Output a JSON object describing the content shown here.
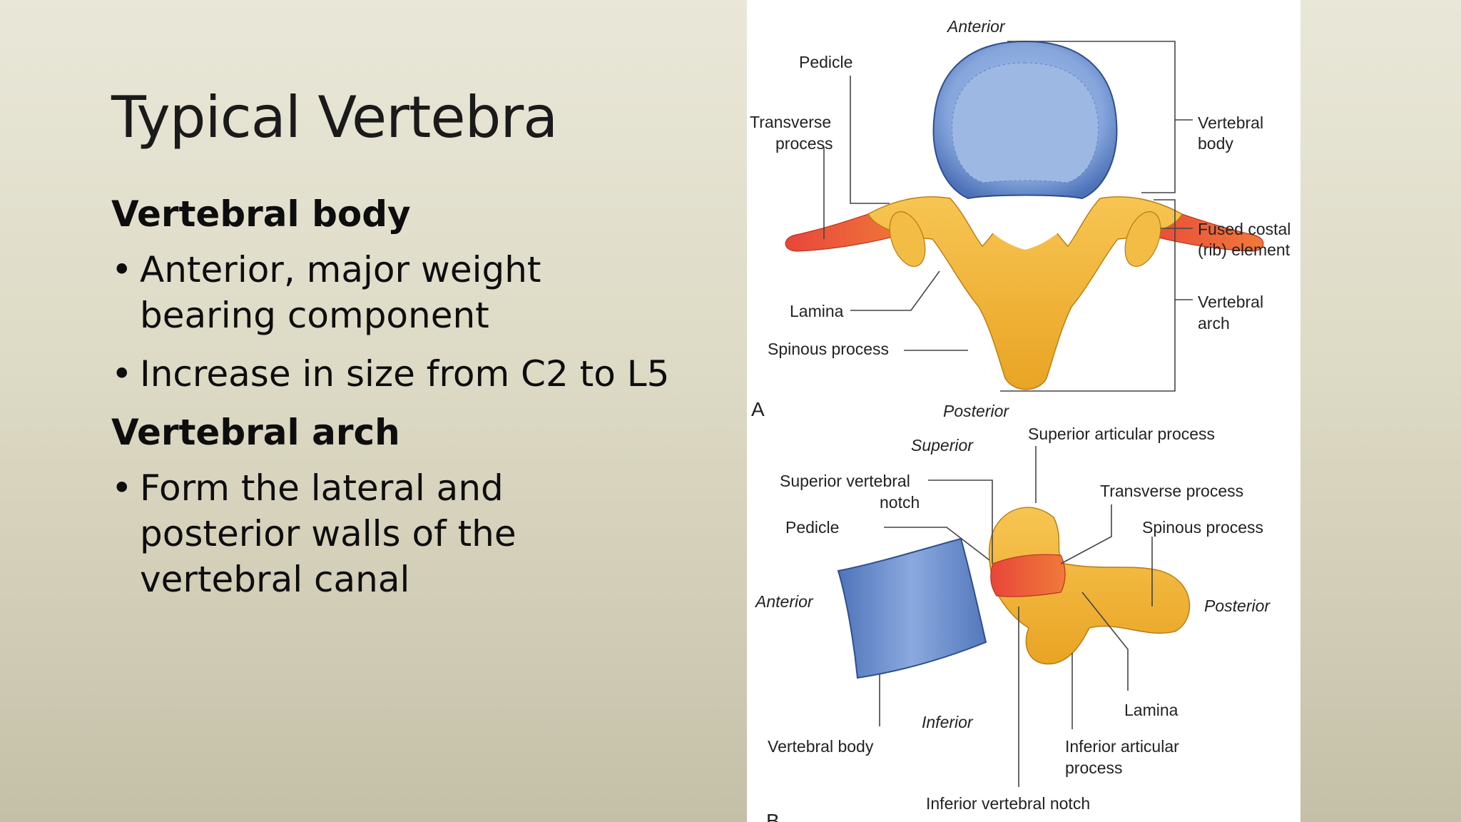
{
  "slide": {
    "title": "Typical Vertebra",
    "sections": [
      {
        "heading": "Vertebral body",
        "bullets": [
          [
            "Anterior, major weight",
            "bearing component"
          ],
          [
            "Increase in size from C2 to L5"
          ]
        ]
      },
      {
        "heading": "Vertebral arch",
        "bullets": [
          [
            "Form the lateral and",
            "posterior walls of the",
            "vertebral canal"
          ]
        ]
      }
    ],
    "bullet_glyph": "•"
  },
  "figure": {
    "a": {
      "panel_letter": "A",
      "orientation_top": "Anterior",
      "orientation_bottom": "Posterior",
      "labels": {
        "pedicle": "Pedicle",
        "transverse_1": "Transverse",
        "transverse_2": "process",
        "lamina": "Lamina",
        "spinous": "Spinous process",
        "vertebral_body_1": "Vertebral",
        "vertebral_body_2": "body",
        "fused_costal_1": "Fused costal",
        "fused_costal_2": "(rib) element",
        "vertebral_arch_1": "Vertebral",
        "vertebral_arch_2": "arch"
      }
    },
    "b": {
      "panel_letter": "B",
      "orientation_top": "Superior",
      "orientation_bottom": "Inferior",
      "orientation_left": "Anterior",
      "orientation_right": "Posterior",
      "labels": {
        "superior_articular": "Superior articular process",
        "superior_notch_1": "Superior vertebral",
        "superior_notch_2": "notch",
        "transverse": "Transverse process",
        "pedicle": "Pedicle",
        "spinous": "Spinous process",
        "lamina": "Lamina",
        "vertebral_body": "Vertebral body",
        "inferior_articular_1": "Inferior articular",
        "inferior_articular_2": "process",
        "inferior_notch": "Inferior vertebral notch"
      }
    },
    "colors": {
      "body_blue": "#7b9ed6",
      "body_blue_dark": "#4a6fb5",
      "arch_yellow": "#f2b53a",
      "costal_red": "#e8503a"
    }
  }
}
